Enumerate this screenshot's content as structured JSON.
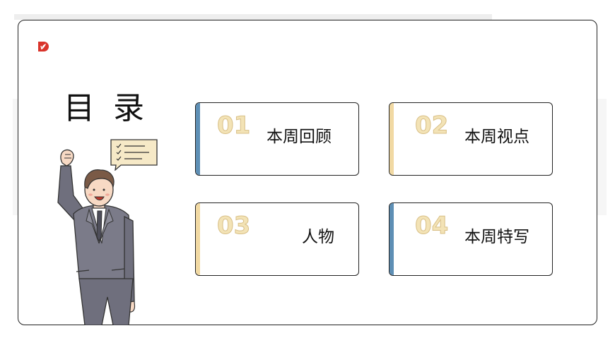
{
  "title": {
    "char1": "目",
    "char2": "录"
  },
  "colors": {
    "blue": "#5e8fb5",
    "gold": "#f1d9a3",
    "num_fill": "#f3e3b6",
    "logo_red": "#d9342b"
  },
  "icons": {
    "logo": "brand-logo-icon",
    "checklist": "checklist-speech-bubble-icon"
  },
  "cards": [
    {
      "number": "01",
      "label": "本周回顾"
    },
    {
      "number": "02",
      "label": "本周视点"
    },
    {
      "number": "03",
      "label": "人物"
    },
    {
      "number": "04",
      "label": "本周特写"
    }
  ]
}
